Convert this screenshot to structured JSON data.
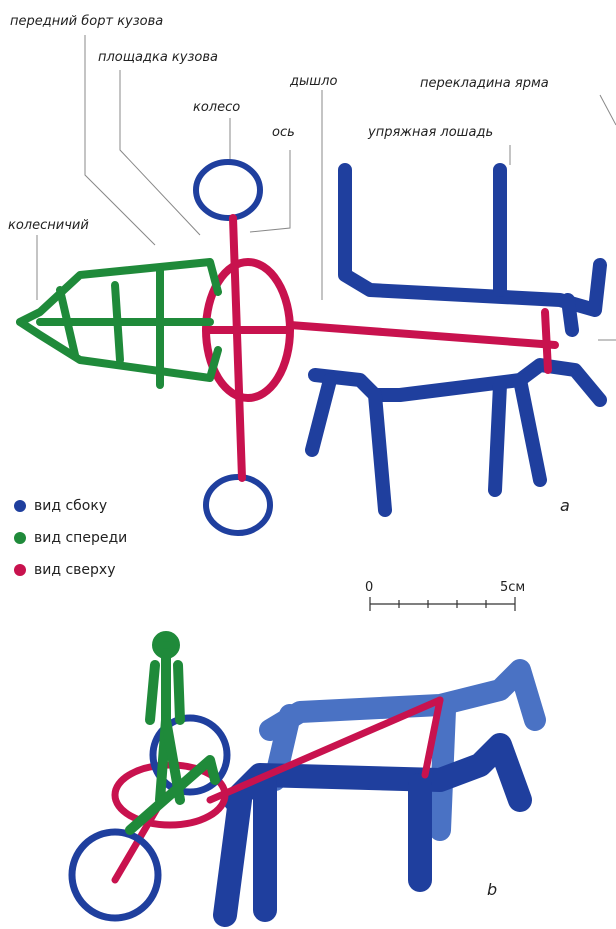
{
  "labels": {
    "front_board": "передний борт кузова",
    "platform": "площадка кузова",
    "wheel": "колесо",
    "axle": "ось",
    "pole": "дышло",
    "yoke_bar": "перекладина ярма",
    "harness_horse": "упряжная лошадь",
    "charioteer": "колесничий"
  },
  "legend": [
    {
      "label": "вид сбоку",
      "color": "#1f3f9e"
    },
    {
      "label": "вид спереди",
      "color": "#1f8a3a"
    },
    {
      "label": "вид сверху",
      "color": "#c8124e"
    }
  ],
  "scale": {
    "start": "0",
    "end": "5см"
  },
  "panels": {
    "a": "a",
    "b": "b"
  },
  "colors": {
    "side_view": "#1f3f9e",
    "front_view": "#1f8a3a",
    "top_view": "#c8124e",
    "light_horse": "#4a72c4",
    "leader": "#888888"
  }
}
